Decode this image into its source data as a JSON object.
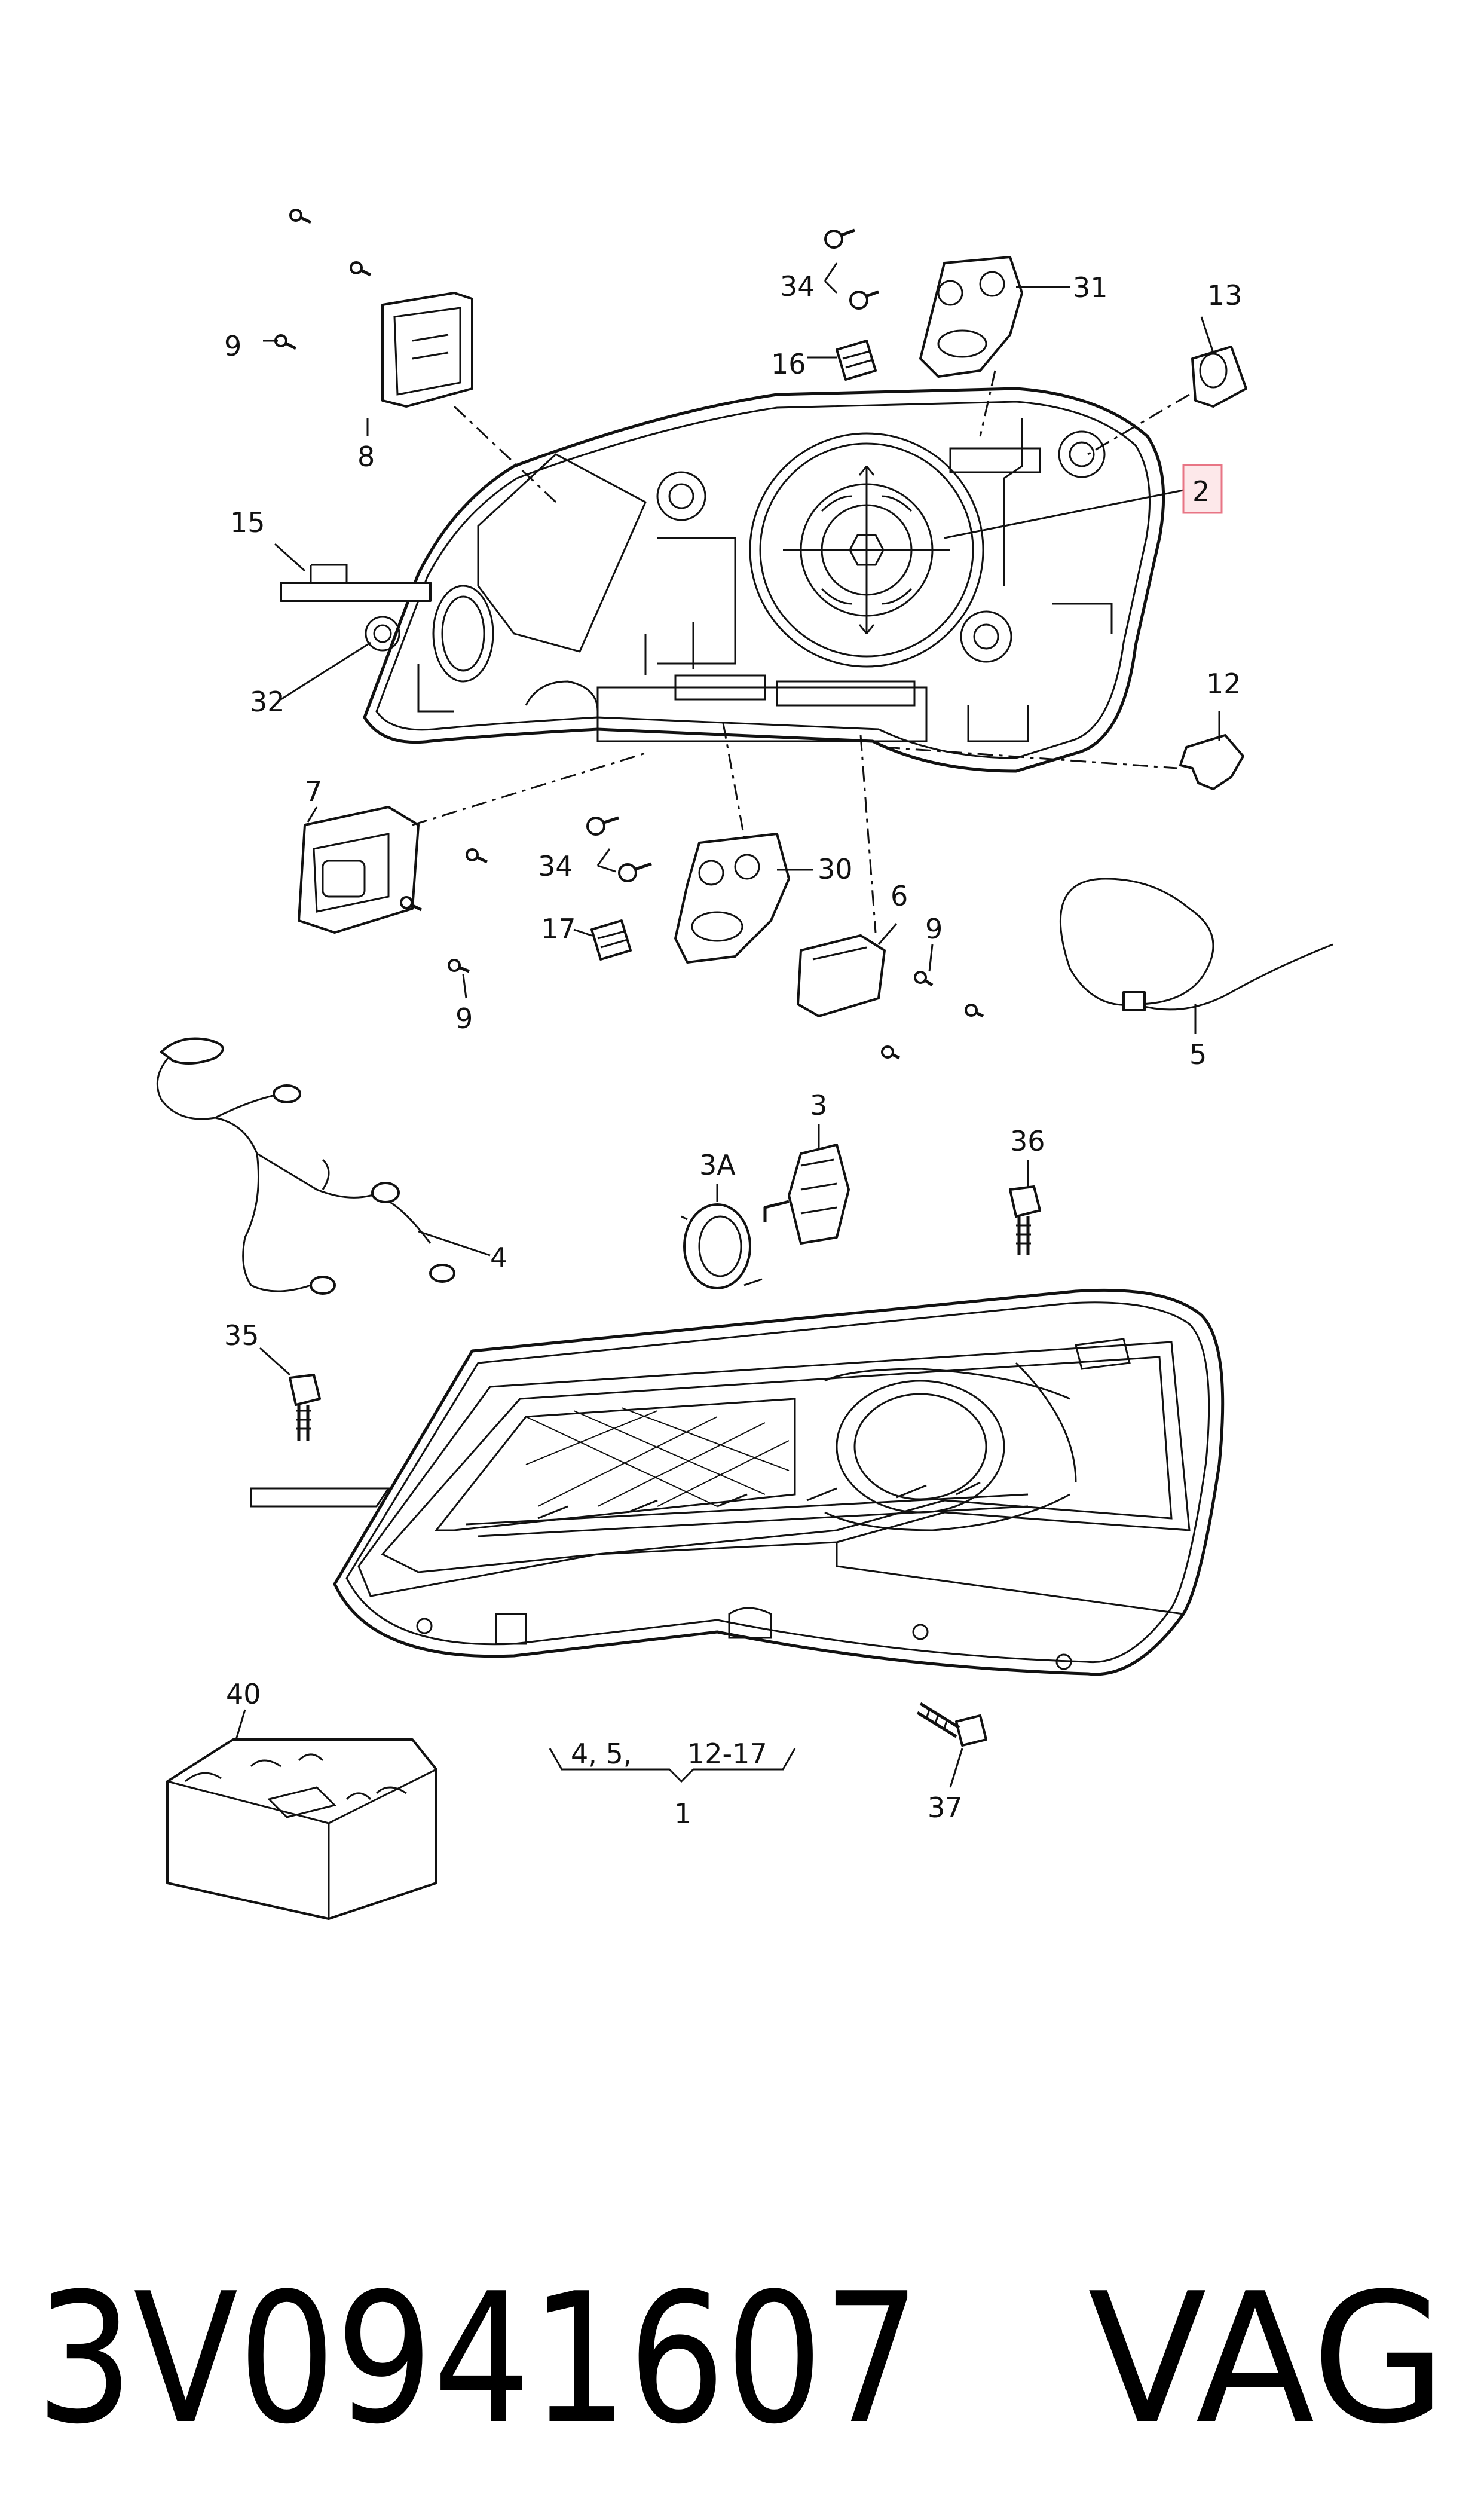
{
  "callouts": {
    "c1": "1",
    "c2": "2",
    "c3": "3",
    "c3a": "3A",
    "c4": "4",
    "c5": "5",
    "c6": "6",
    "c7": "7",
    "c8": "8",
    "c9a": "9",
    "c9b": "9",
    "c9c": "9",
    "c12": "12",
    "c13": "13",
    "c15": "15",
    "c16": "16",
    "c17": "17",
    "c30": "30",
    "c31": "31",
    "c32": "32",
    "c34a": "34",
    "c34b": "34",
    "c35": "35",
    "c36": "36",
    "c37": "37",
    "c40": "40",
    "group_left": "4, 5,",
    "group_right": "12-17"
  },
  "footer": {
    "part_number": "3V0941607",
    "brand": "VAG"
  },
  "highlight_color": "#e87585"
}
